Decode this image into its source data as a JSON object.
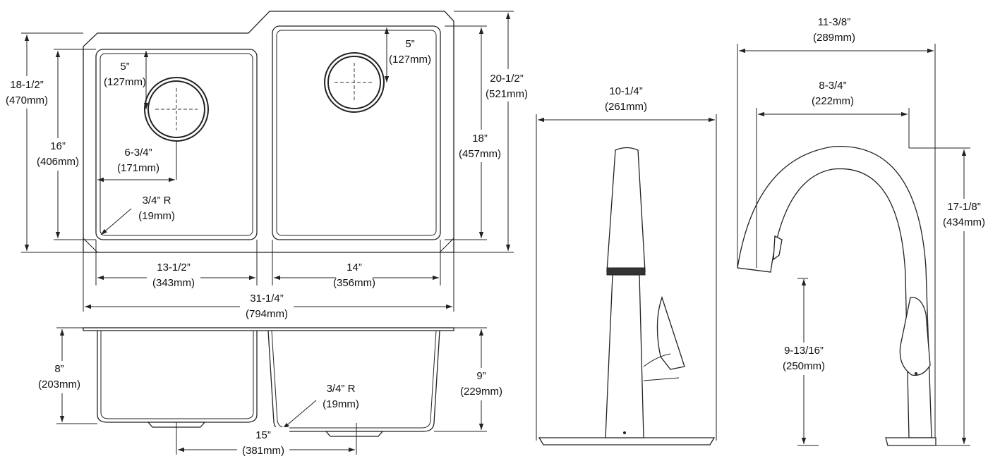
{
  "top_view": {
    "overall_height": {
      "imperial": "18-1/2”",
      "metric": "(470mm)"
    },
    "left_bowl_height": {
      "imperial": "16”",
      "metric": "(406mm)"
    },
    "left_drain_offset_top": {
      "imperial": "5”",
      "metric": "(127mm)"
    },
    "left_drain_offset_side": {
      "imperial": "6-3/4”",
      "metric": "(171mm)"
    },
    "left_corner_radius": {
      "imperial": "3/4” R",
      "metric": "(19mm)"
    },
    "right_drain_offset_top": {
      "imperial": "5”",
      "metric": "(127mm)"
    },
    "right_overall_height": {
      "imperial": "20-1/2”",
      "metric": "(521mm)"
    },
    "right_bowl_height": {
      "imperial": "18”",
      "metric": "(457mm)"
    },
    "left_bowl_width": {
      "imperial": "13-1/2”",
      "metric": "(343mm)"
    },
    "right_bowl_width": {
      "imperial": "14”",
      "metric": "(356mm)"
    },
    "overall_width": {
      "imperial": "31-1/4”",
      "metric": "(794mm)"
    }
  },
  "front_view": {
    "left_depth": {
      "imperial": "8”",
      "metric": "(203mm)"
    },
    "right_depth": {
      "imperial": "9”",
      "metric": "(229mm)"
    },
    "corner_radius": {
      "imperial": "3/4” R",
      "metric": "(19mm)"
    },
    "drain_spacing": {
      "imperial": "15”",
      "metric": "(381mm)"
    }
  },
  "faucet_front": {
    "plate_width": {
      "imperial": "10-1/4”",
      "metric": "(261mm)"
    }
  },
  "faucet_side": {
    "overall_depth": {
      "imperial": "11-3/8”",
      "metric": "(289mm)"
    },
    "spout_reach": {
      "imperial": "8-3/4”",
      "metric": "(222mm)"
    },
    "spout_clearance": {
      "imperial": "9-13/16”",
      "metric": "(250mm)"
    },
    "overall_height": {
      "imperial": "17-1/8”",
      "metric": "(434mm)"
    }
  }
}
